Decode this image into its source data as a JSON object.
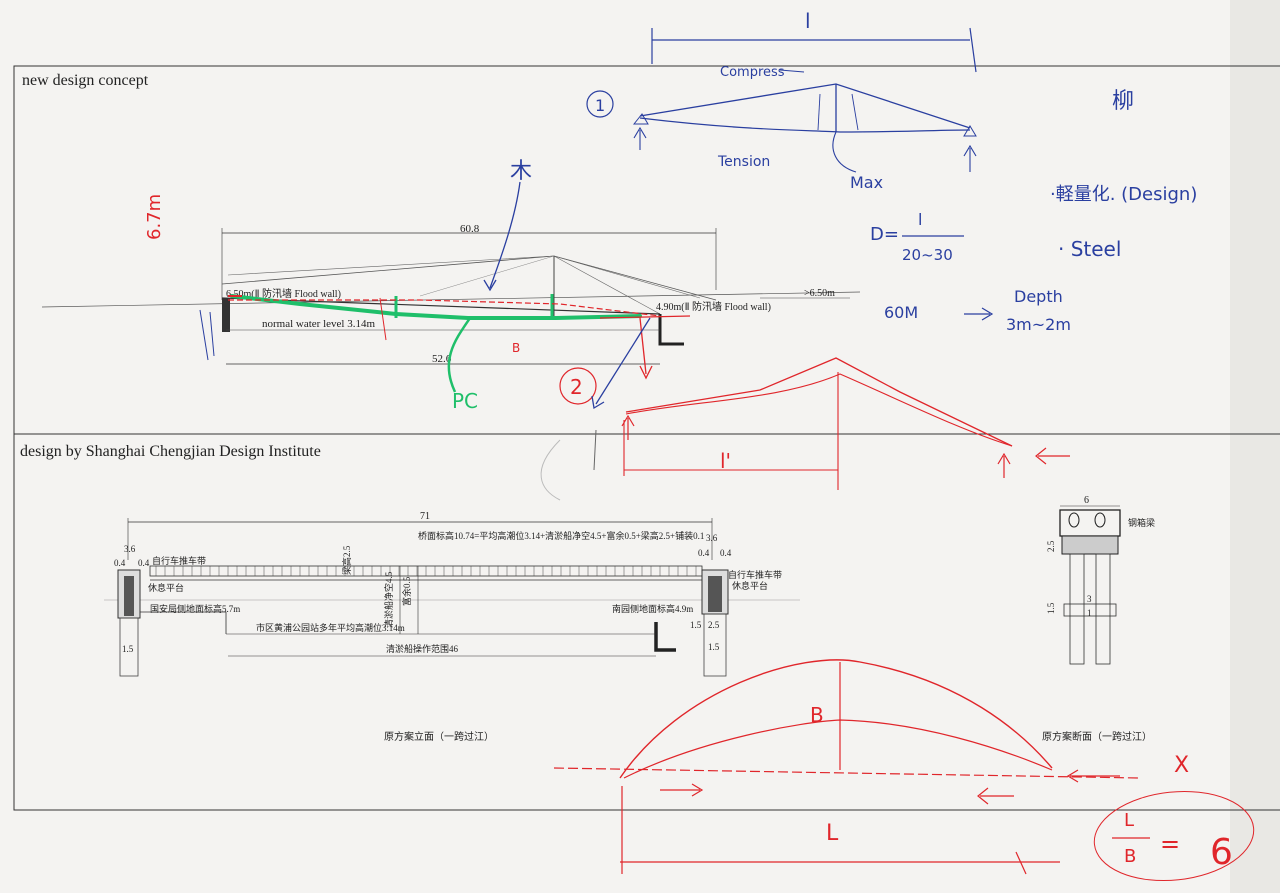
{
  "colors": {
    "paper": "#f4f3f1",
    "ink": "#222222",
    "pencil": "#6b6b6b",
    "blue_pen": "#2a3fa0",
    "red_pen": "#e0262b",
    "green_pen": "#1fbf6a"
  },
  "panel_top": {
    "title": "new design concept",
    "span_total": "60.8",
    "span_inner": "52.6",
    "left_level": "6.50m(Ⅱ 防汛墙 Flood wall)",
    "right_level": "4.90m(Ⅱ 防汛墙 Flood wall)",
    "far_right_level": ">6.50m",
    "water_level": "normal water level 3.14m"
  },
  "panel_bottom": {
    "title": "design by  Shanghai Chengjian Design Institute",
    "span_total": "71",
    "span_water": "清淤船操作范围46",
    "deck_note": "桥面标高10.74=平均高潮位3.14+清淤船净空4.5+富余0.5+梁高2.5+铺装0.1",
    "left_dims": [
      "3.6",
      "0.4",
      "0.4"
    ],
    "right_dims": [
      "3.6",
      "0.4",
      "0.4"
    ],
    "left_tag_bike": "自行车推车带",
    "left_tag_rest": "休息平台",
    "right_tag_bike": "自行车推车带",
    "right_tag_rest": "休息平台",
    "left_ground": "国安局侧地面标高5.7m",
    "water_mark": "市区黄浦公园站多年平均高潮位3.14m",
    "right_ground": "南园侧地面标高4.9m",
    "beam_height": "梁高2.5",
    "clear_height": "清淤船净空4.5",
    "margin": "富余0.5",
    "left_post": "1.5",
    "right_post": "1.5",
    "right_small": "1.5",
    "right_small2": "2.5",
    "elevation_caption": "原方案立面（一跨过江）",
    "section_caption": "原方案断面（一跨过江）",
    "section_width": "6",
    "section_beam_label": "钢箱梁",
    "section_dims": [
      "2.5",
      "1.5",
      "3",
      "1"
    ]
  },
  "notes": {
    "label_l": "l",
    "compress": "Compress",
    "circle_1": "1",
    "tension": "Tension",
    "max": "Max",
    "chinese_title": "柳",
    "design_note": "·軽量化. (Design)",
    "formula_lhs": "D=",
    "formula_num": "l",
    "formula_den": "20~30",
    "steel": "· Steel",
    "span_60": "60M",
    "depth_label": "Depth",
    "depth_value": "3m~2m",
    "height_67": "6.7m",
    "wood_note": "木",
    "pc": "PC",
    "circle_2": "2",
    "b_mark": "B",
    "l_prime": "l'",
    "b_arch": "B",
    "l_arch": "L",
    "ratio_num": "L",
    "ratio_den": "B",
    "ratio_eq": "=",
    "ratio_val": "6",
    "cross": "X"
  }
}
